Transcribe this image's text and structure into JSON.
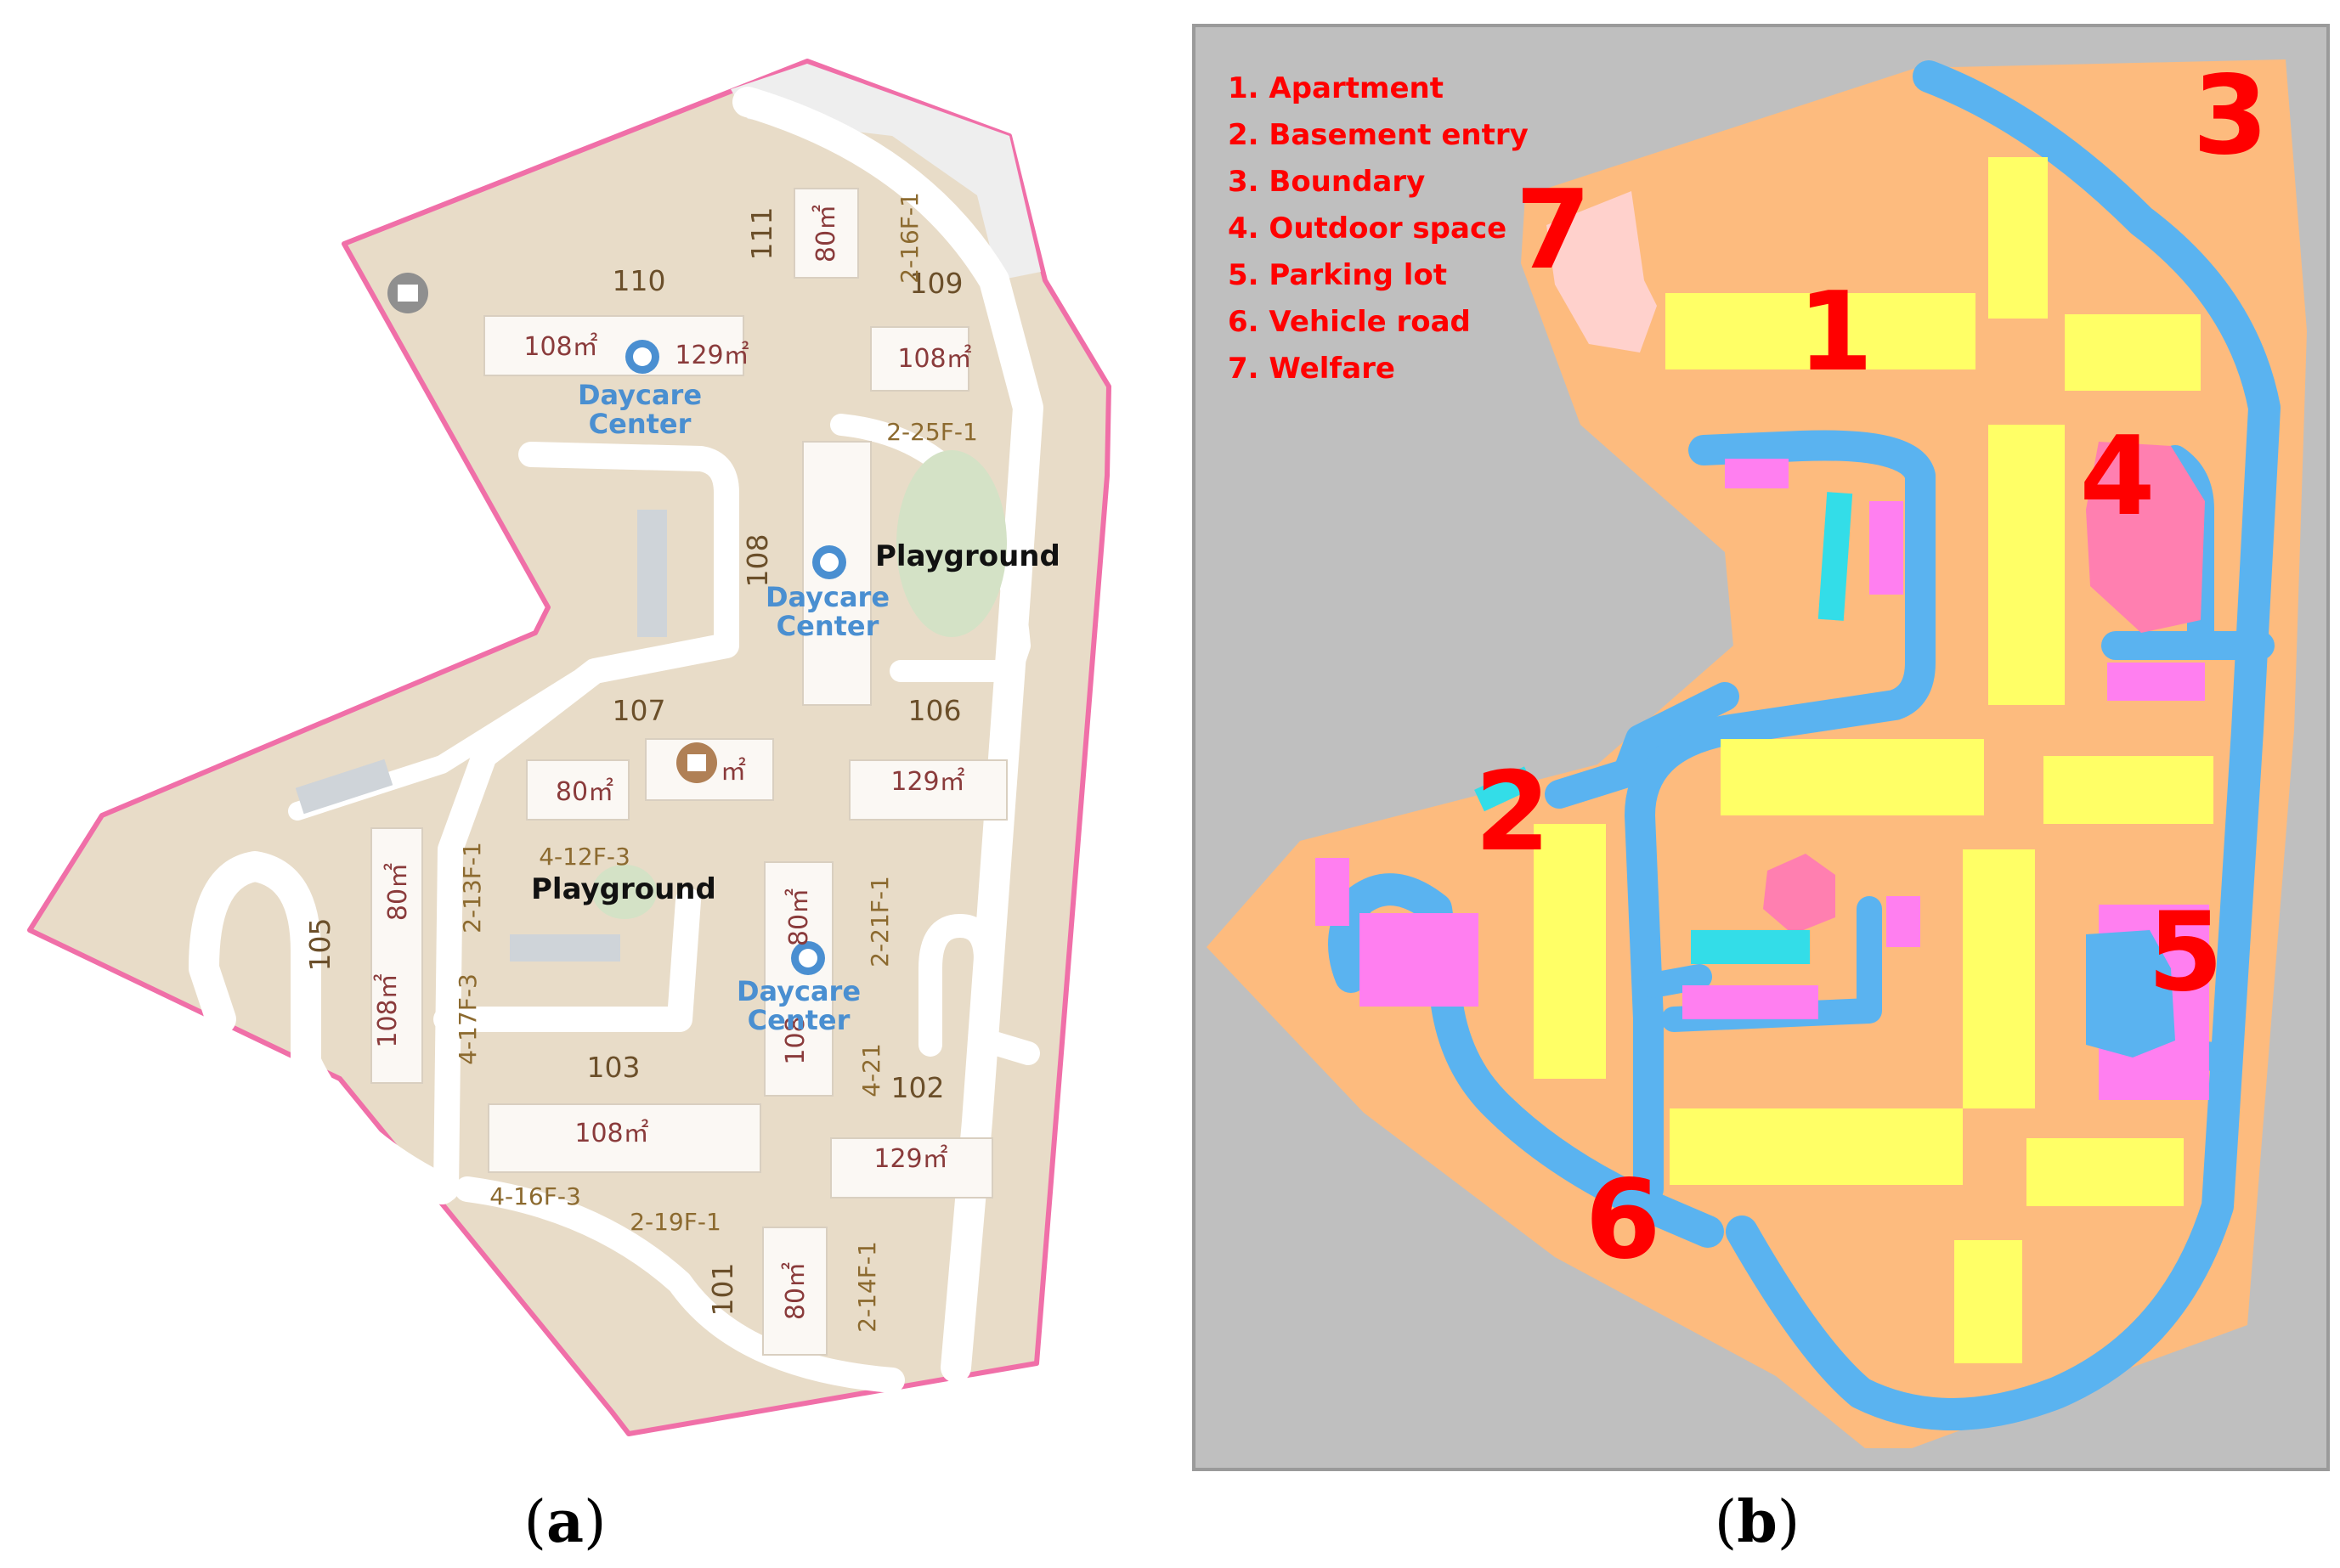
{
  "panel_a": {
    "caption_letter": "a",
    "buildings": [
      "110",
      "111",
      "109",
      "108",
      "107",
      "106",
      "105",
      "103",
      "102",
      "101"
    ],
    "areas": [
      "108㎡",
      "129㎡",
      "80㎡",
      "108㎡",
      "80㎡",
      "㎡",
      "129㎡",
      "80㎡",
      "108㎡",
      "80㎡",
      "108㎡",
      "129㎡",
      "80㎡",
      "108"
    ],
    "floor_labels": [
      "2-16F-1",
      "2-25F-1",
      "4-12F-3",
      "2-13F-1",
      "4-17F-3",
      "2-21F-1",
      "4-21",
      "4-16F-3",
      "2-19F-1",
      "2-14F-1"
    ],
    "facilities": {
      "daycare_line1": "Daycare",
      "daycare_line2": "Center",
      "playground": "Playground"
    },
    "colors": {
      "ground": "#e8dcc8",
      "road": "#ffffff",
      "boundary": "#f06fa8",
      "building": "#fbf8f4",
      "park": "#d4e2c6"
    }
  },
  "panel_b": {
    "caption_letter": "b",
    "legend": [
      "1. Apartment",
      "2. Basement entry",
      "3. Boundary",
      "4. Outdoor space",
      "5. Parking lot",
      "6. Vehicle road",
      "7. Welfare"
    ],
    "markers": [
      "1",
      "2",
      "3",
      "4",
      "5",
      "6",
      "7"
    ],
    "colors": {
      "background": "#bfbfbf",
      "boundary": "#fdbb7e",
      "apartment": "#ffff66",
      "basement_entry": "#33dde8",
      "outdoor_space": "#ff7fb0",
      "parking_lot": "#ff7ff0",
      "vehicle_road": "#5ab3f0",
      "welfare": "#ffd1cc",
      "label": "#ff0000"
    }
  }
}
